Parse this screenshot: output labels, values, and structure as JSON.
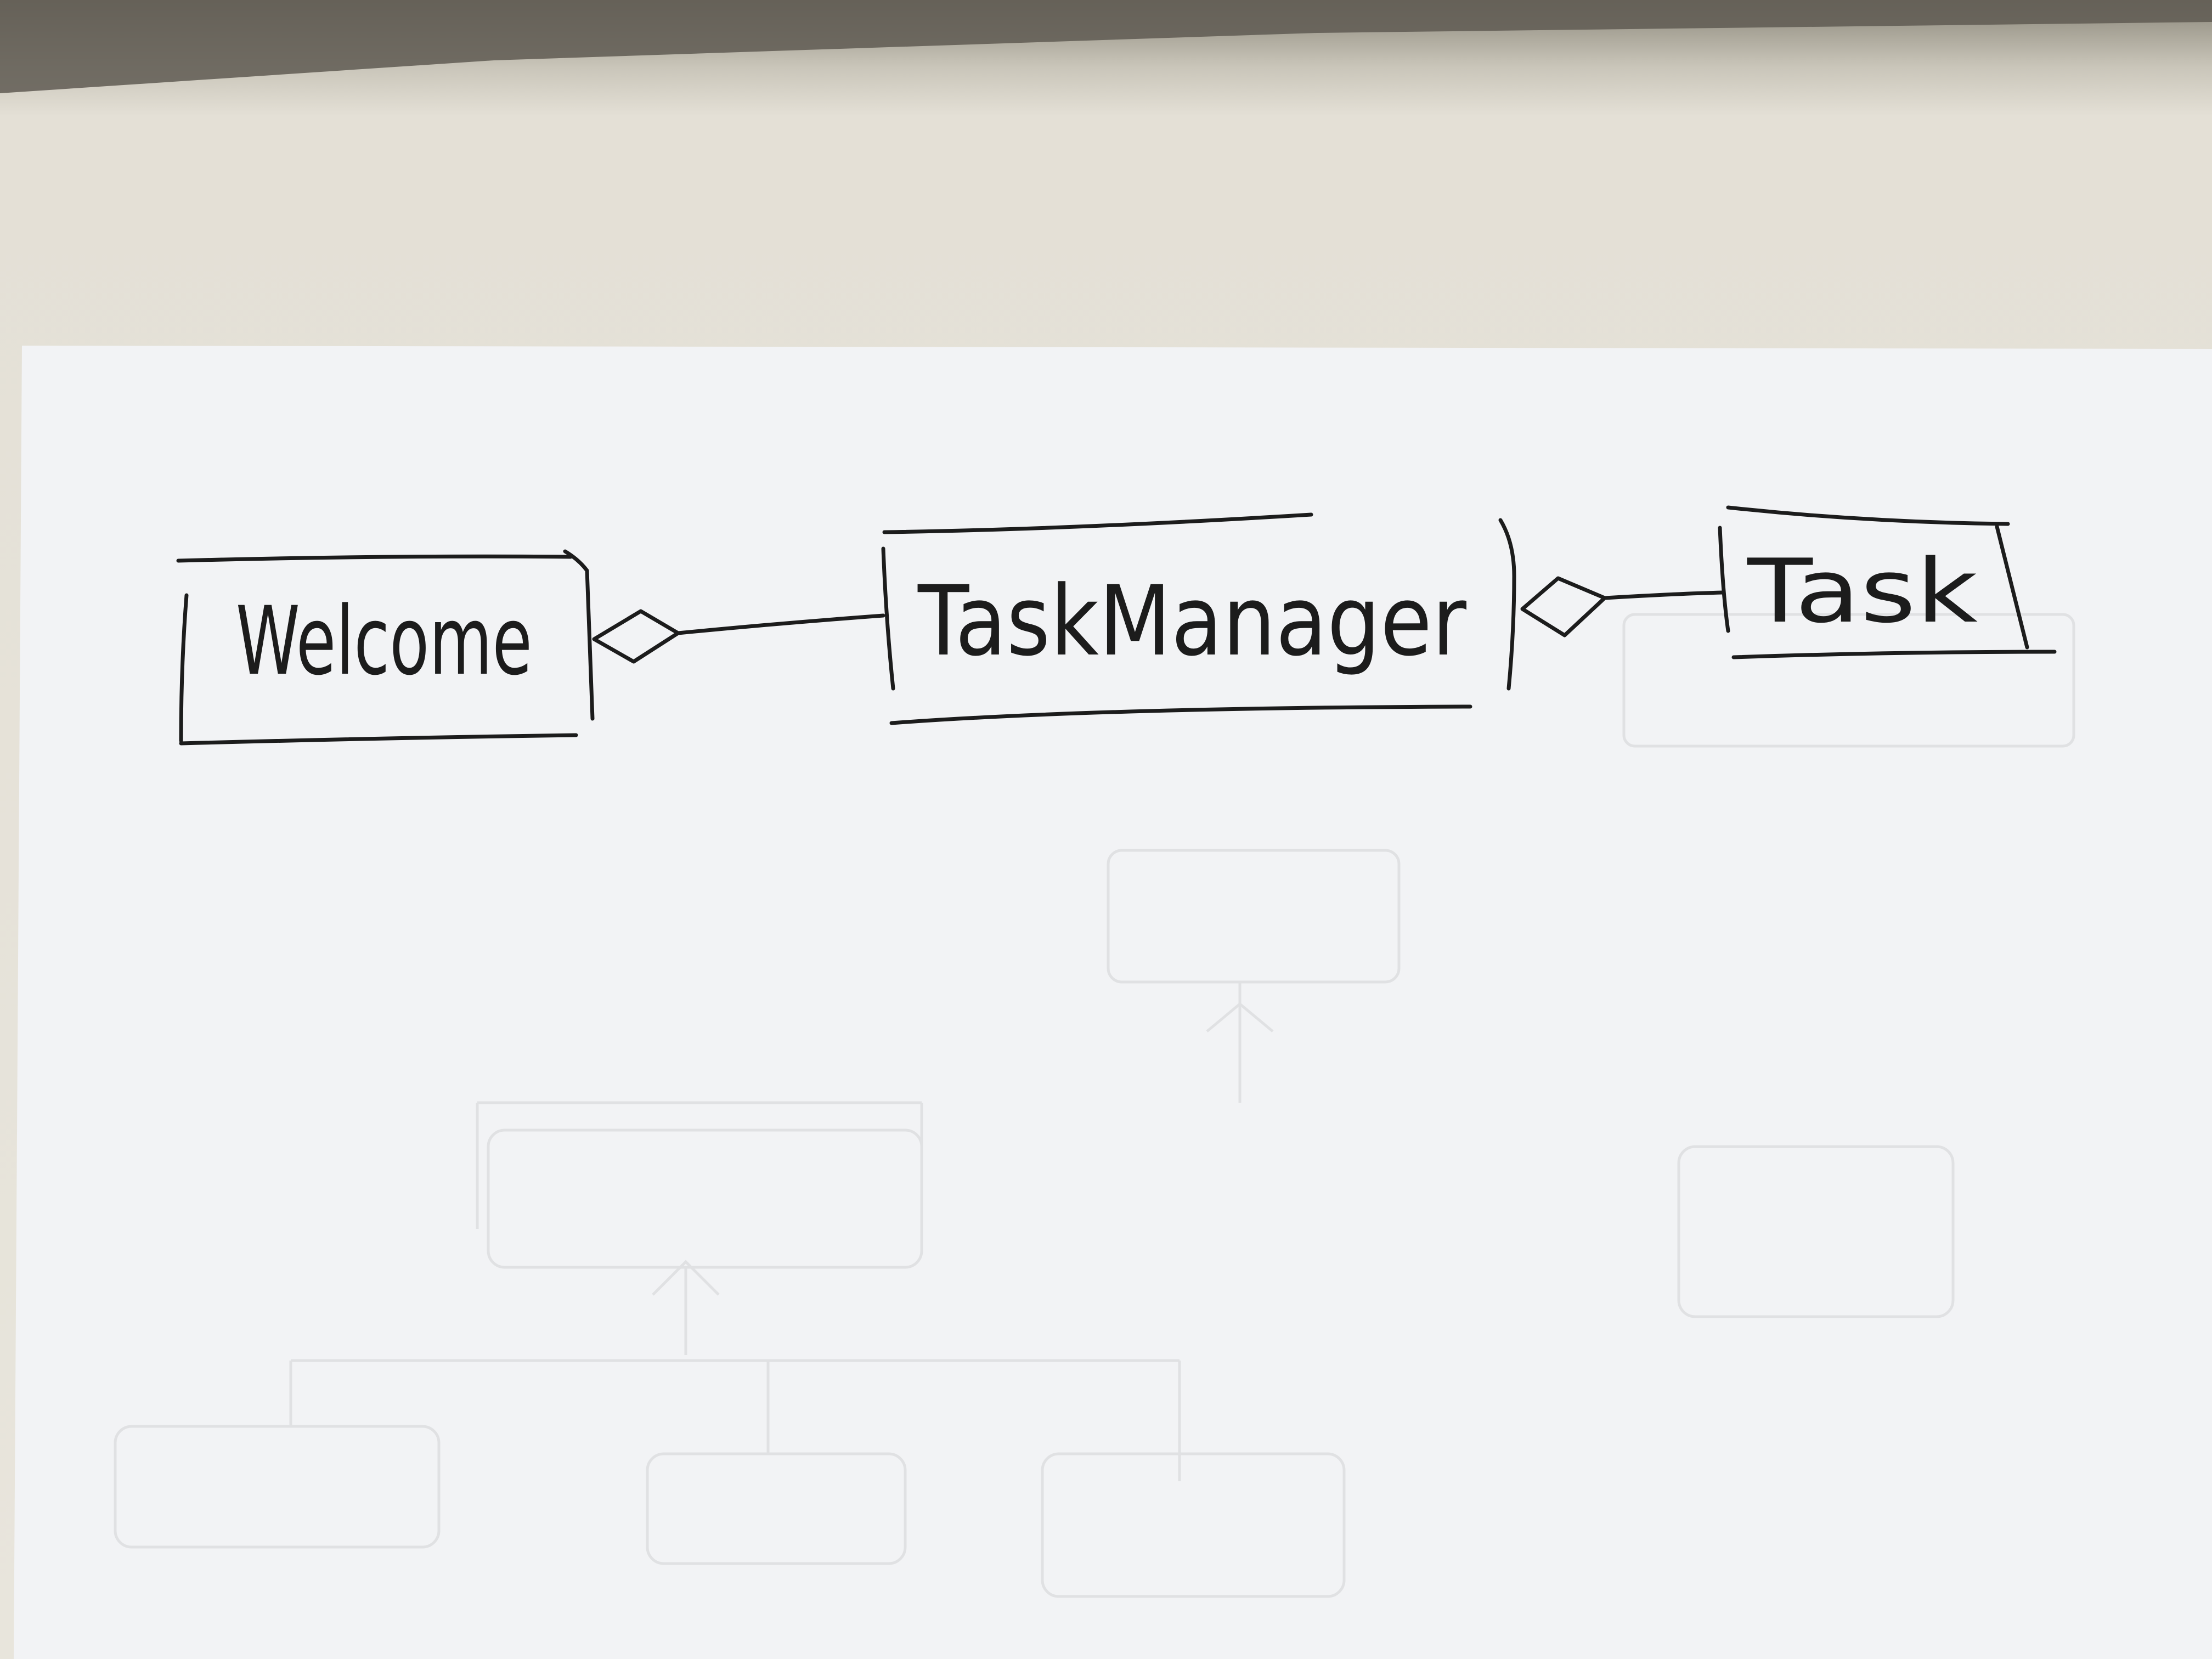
{
  "diagram": {
    "classes": [
      {
        "id": "welcome",
        "label": "Welcome"
      },
      {
        "id": "task_manager",
        "label": "TaskManager"
      },
      {
        "id": "task",
        "label": "Task"
      }
    ],
    "relations": [
      {
        "from": "task_manager",
        "to": "welcome",
        "type": "aggregation",
        "diamond_at": "welcome"
      },
      {
        "from": "task",
        "to": "task_manager",
        "type": "aggregation",
        "diamond_at": "task_manager"
      }
    ]
  },
  "colors": {
    "ink": "#1c1c1c",
    "paper": "#f2f3f5",
    "table": "#e4e0d6"
  }
}
